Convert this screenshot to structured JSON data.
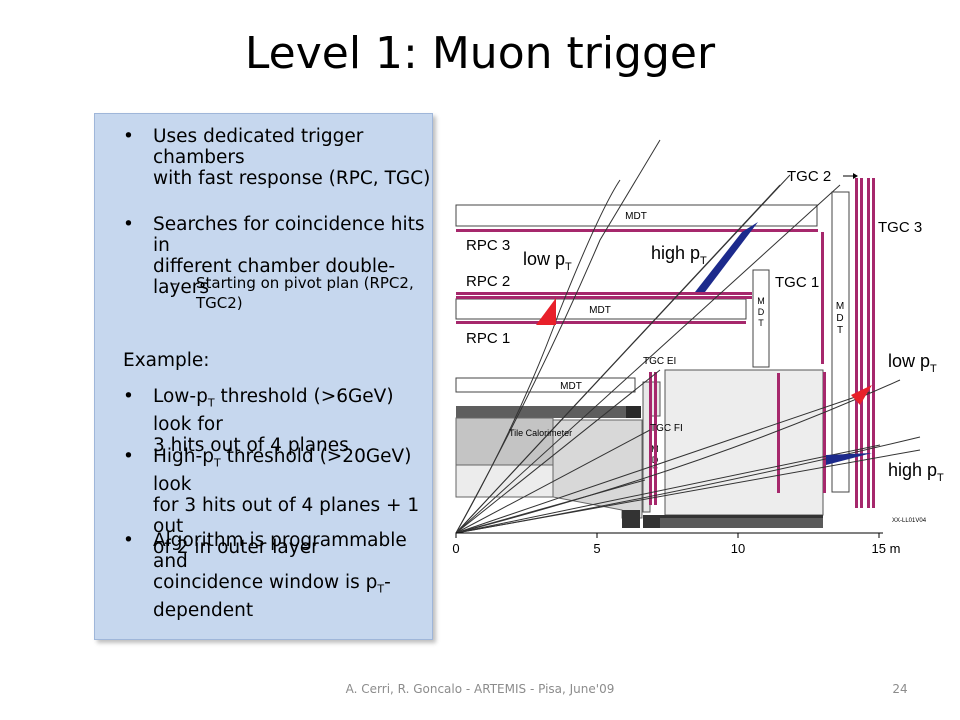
{
  "slide": {
    "title": "Level 1: Muon trigger",
    "bullets": [
      {
        "line1": "Uses dedicated trigger chambers",
        "line2": "with fast response (RPC, TGC)"
      },
      {
        "line1": "Searches for coincidence hits in",
        "line2": "different chamber double-layers"
      }
    ],
    "sub_bullet": {
      "line1": "Starting on pivot plan (RPC2,",
      "line2": "TGC2)"
    },
    "example_label": "Example:",
    "low_pt_bullet": {
      "prefix": "Low-p",
      "sub": "T",
      "rest": " threshold (>6GeV) look for",
      "line2": "3 hits out of 4 planes"
    },
    "high_pt_bullet": {
      "prefix": "High-p",
      "sub": "T",
      "rest": " threshold (>20GeV) look",
      "line2": "for 3 hits out of 4 planes + 1 out",
      "line3": "of 2 in outer layer"
    },
    "algo_bullet": {
      "line1": "Algorithm is programmable and",
      "line2_prefix": "coincidence window is p",
      "sub": "T",
      "line2_rest": "-",
      "line3": "dependent"
    }
  },
  "diagram": {
    "labels": {
      "tgc2": "TGC 2",
      "tgc3": "TGC 3",
      "tgc1": "TGC 1",
      "mdt": "MDT",
      "mdt_vertical": [
        "M",
        "D",
        "T"
      ],
      "rpc3": "RPC 3",
      "rpc2": "RPC 2",
      "rpc1": "RPC 1",
      "low_pt": "low p",
      "high_pt": "high p",
      "t_sub": "T",
      "tgc_ei": "TGC EI",
      "tgc_fi": "TGC FI",
      "tile_calorimeter": "Tile Calorimeter",
      "code": "XX-LL01V04"
    },
    "axis": {
      "ticks": [
        "0",
        "5",
        "10",
        "15 m"
      ]
    },
    "colors": {
      "chamber": "#a6286c",
      "low_pt_hit": "#e8202a",
      "high_pt_hit": "#1c2a8c"
    }
  },
  "footer": {
    "credit": "A. Cerri, R. Goncalo - ARTEMIS - Pisa, June'09",
    "page": "24"
  }
}
